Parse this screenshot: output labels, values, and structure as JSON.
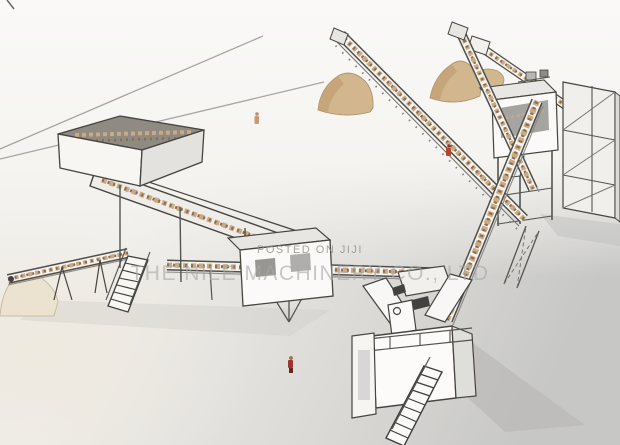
{
  "image_meta": {
    "description": "3D rendering of a complete stone crushing and screening plant: feed hopper and jaw crusher station, transfer conveyors, cone crusher with stairs, screening tower and radial stacker conveyors building tan stockpiles, with three small worker figures",
    "style": "white sketch-style industrial render on light gray gradient"
  },
  "watermarks": {
    "posted_on": "POSTED ON JIJI",
    "company": "THE NILE MACHINERY CO., LTD"
  },
  "palette": {
    "background_top": "#faf9f7",
    "background_bottom_right": "#c7c7c5",
    "background_bottom_left": "#ece8e0",
    "machine_white": "#fbfaf8",
    "machine_shade": "#dededa",
    "outline_dark": "#45443f",
    "material_tan": "#c9aa83",
    "material_dark": "#8a6c4e",
    "stockpile_tan": "#d2b68e",
    "sand_pale": "#ebe2cf",
    "worker_orange": "#c08a5e",
    "worker_red": "#b5452f",
    "ground_shadow": "#b7b6b4",
    "guide_line_gray": "#a7a5a1"
  },
  "scene": {
    "elements": [
      "perspective-guide-lines",
      "fines-stockpile",
      "jaw-crusher-station (feed-hopper, vibrating-feeder, crusher-house, access-stairs, fines-conveyor)",
      "main-transfer-conveyor",
      "cone-crusher-unit (feed-box, crusher-body, maintenance-stairs, ground-shadow)",
      "feed-conveyor-to-screen",
      "screen-tower (screen-house, support-frame, lattice-mast)",
      "stacker-conveyor-1",
      "stacker-conveyor-2",
      "stacker-conveyor-3",
      "stockpile-a",
      "stockpile-b",
      "worker-1",
      "worker-2",
      "worker-3"
    ]
  }
}
